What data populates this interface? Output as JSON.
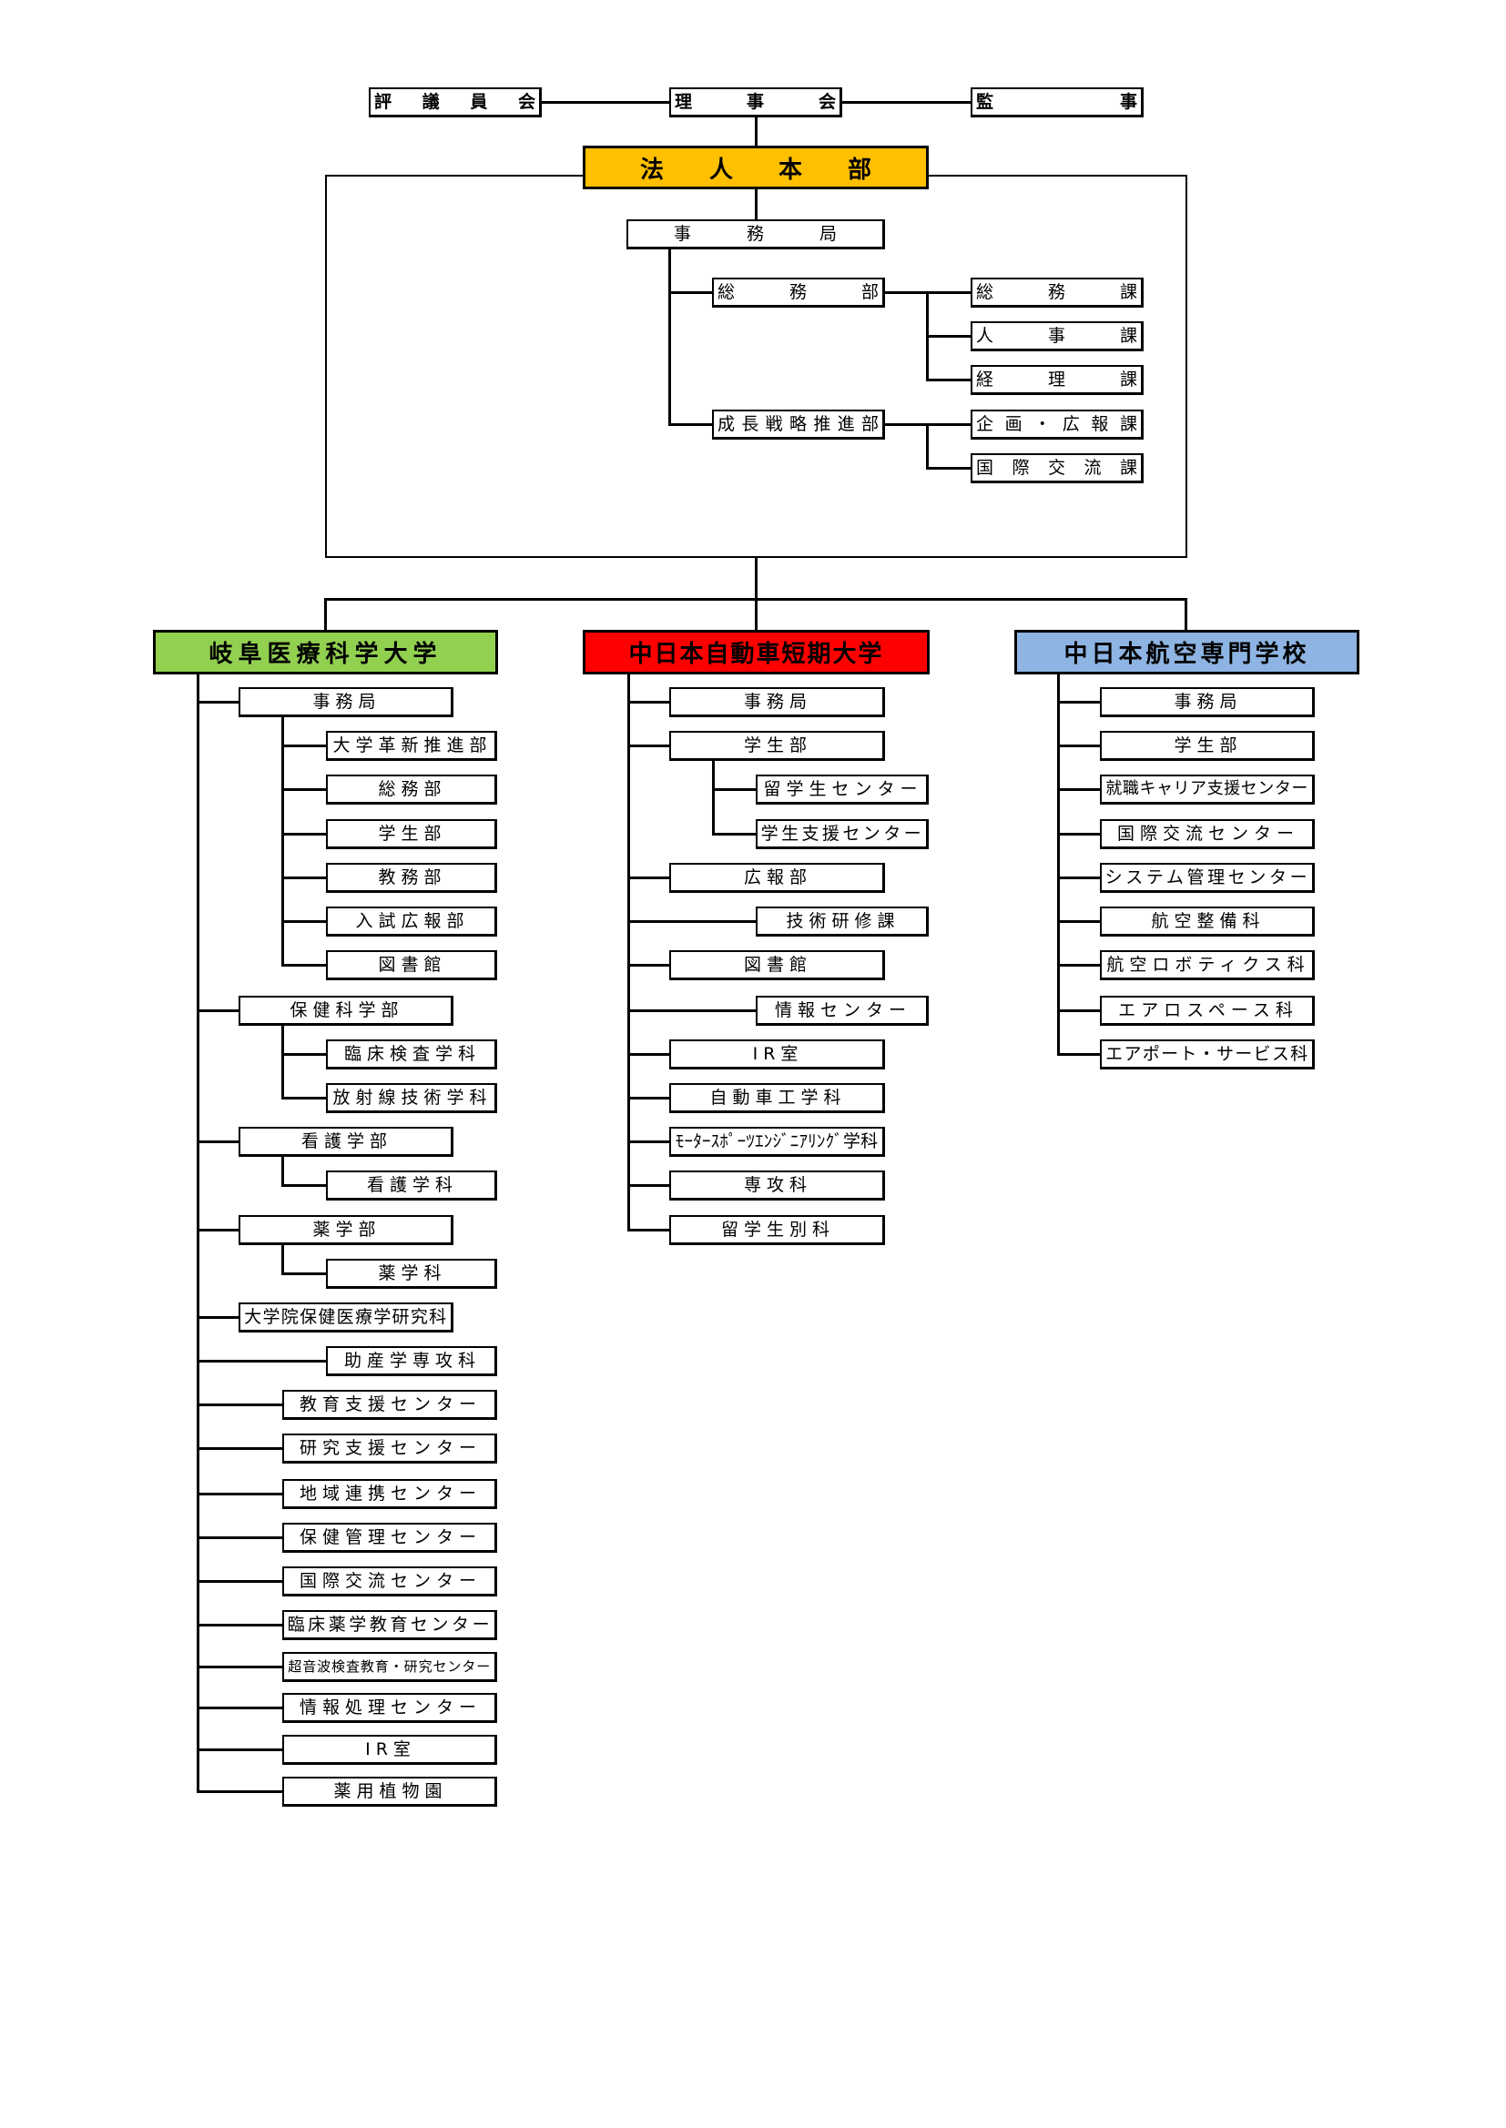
{
  "top": {
    "council": "評議員会",
    "board": "理事会",
    "auditor": "監事",
    "headquarters": "法人本部",
    "hq_color": "#ffc000"
  },
  "hq": {
    "office": "事務局",
    "general_affairs_dept": "総務部",
    "growth_strategy_dept": "成長戦略推進部",
    "sections": [
      "総務課",
      "人事課",
      "経理課",
      "企画・広報課",
      "国際交流課"
    ]
  },
  "schools": [
    {
      "name": "岐阜医療科学大学",
      "color": "#92d050",
      "items": [
        {
          "label": "事務局",
          "depth": 1
        },
        {
          "label": "大学革新推進部",
          "depth": 2
        },
        {
          "label": "総務部",
          "depth": 2
        },
        {
          "label": "学生部",
          "depth": 2
        },
        {
          "label": "教務部",
          "depth": 2
        },
        {
          "label": "入試広報部",
          "depth": 2
        },
        {
          "label": "図書館",
          "depth": 2
        },
        {
          "label": "保健科学部",
          "depth": 1
        },
        {
          "label": "臨床検査学科",
          "depth": 2
        },
        {
          "label": "放射線技術学科",
          "depth": 2
        },
        {
          "label": "看護学部",
          "depth": 1
        },
        {
          "label": "看護学科",
          "depth": 2
        },
        {
          "label": "薬学部",
          "depth": 1
        },
        {
          "label": "薬学科",
          "depth": 2
        },
        {
          "label": "大学院保健医療学研究科",
          "depth": 1
        },
        {
          "label": "助産学専攻科",
          "depth": 1
        },
        {
          "label": "教育支援センター",
          "depth": 1
        },
        {
          "label": "研究支援センター",
          "depth": 1
        },
        {
          "label": "地域連携センター",
          "depth": 1
        },
        {
          "label": "保健管理センター",
          "depth": 1
        },
        {
          "label": "国際交流センター",
          "depth": 1
        },
        {
          "label": "臨床薬学教育センター",
          "depth": 1
        },
        {
          "label": "超音波検査教育・研究センター",
          "depth": 1
        },
        {
          "label": "情報処理センター",
          "depth": 1
        },
        {
          "label": "IR室",
          "depth": 1
        },
        {
          "label": "薬用植物園",
          "depth": 1
        }
      ]
    },
    {
      "name": "中日本自動車短期大学",
      "color": "#ff0000",
      "items": [
        {
          "label": "事務局",
          "depth": 1
        },
        {
          "label": "学生部",
          "depth": 1
        },
        {
          "label": "留学生センター",
          "depth": 2
        },
        {
          "label": "学生支援センター",
          "depth": 2
        },
        {
          "label": "広報部",
          "depth": 1
        },
        {
          "label": "技術研修課",
          "depth": 1
        },
        {
          "label": "図書館",
          "depth": 1
        },
        {
          "label": "情報センター",
          "depth": 1
        },
        {
          "label": "IR室",
          "depth": 1
        },
        {
          "label": "自動車工学科",
          "depth": 1
        },
        {
          "label": "ﾓｰﾀｰｽﾎﾟｰﾂｴﾝｼﾞﾆｱﾘﾝｸﾞ学科",
          "depth": 1
        },
        {
          "label": "専攻科",
          "depth": 1
        },
        {
          "label": "留学生別科",
          "depth": 1
        }
      ]
    },
    {
      "name": "中日本航空専門学校",
      "color": "#8db4e2",
      "items": [
        {
          "label": "事務局",
          "depth": 1
        },
        {
          "label": "学生部",
          "depth": 1
        },
        {
          "label": "就職キャリア支援センター",
          "depth": 1
        },
        {
          "label": "国際交流センター",
          "depth": 1
        },
        {
          "label": "システム管理センター",
          "depth": 1
        },
        {
          "label": "航空整備科",
          "depth": 1
        },
        {
          "label": "航空ロボティクス科",
          "depth": 1
        },
        {
          "label": "エアロスペース科",
          "depth": 1
        },
        {
          "label": "エアポート・サービス科",
          "depth": 1
        }
      ]
    }
  ]
}
